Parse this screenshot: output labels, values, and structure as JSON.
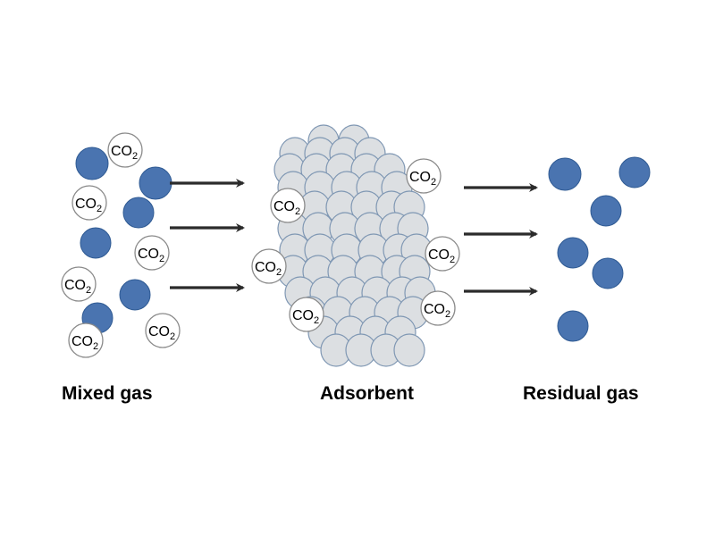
{
  "labels": {
    "mixed_gas": "Mixed gas",
    "adsorbent": "Adsorbent",
    "residual_gas": "Residual gas"
  },
  "molecule": {
    "co2_main": "CO",
    "co2_sub": "2"
  },
  "colors": {
    "gas_molecule": "#4a74b0",
    "gas_molecule_edge": "#2f5a93",
    "adsorbent_particle": "#dcdfe2",
    "adsorbent_edge": "#7f97b3",
    "arrow": "#2b2b2b"
  }
}
